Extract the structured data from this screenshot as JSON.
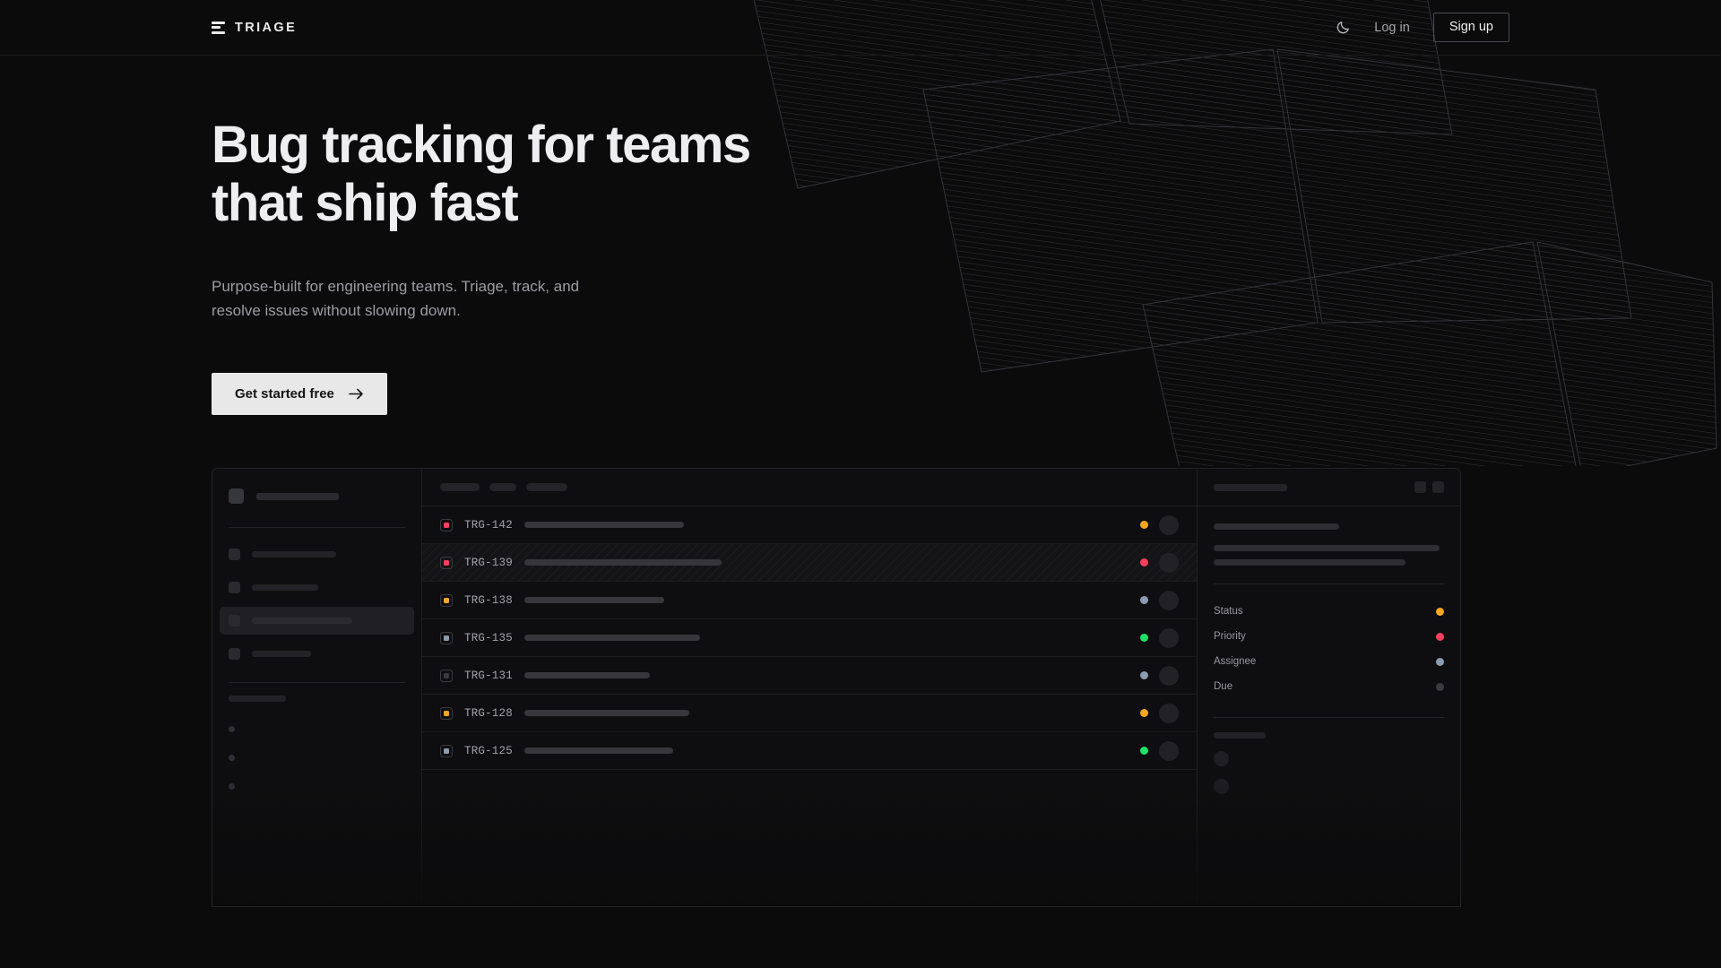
{
  "brand": {
    "name": "TRIAGE",
    "mark_icon": "stacked-bars-icon"
  },
  "nav": {
    "theme_toggle_icon": "moon-icon",
    "login_label": "Log in",
    "signup_label": "Sign up"
  },
  "hero": {
    "heading": "Bug tracking for teams\nthat ship fast",
    "subheading": "Purpose-built for engineering teams. Triage, track, and\nresolve issues without slowing down.",
    "cta_label": "Get started free",
    "cta_icon": "arrow-right-icon"
  },
  "colors": {
    "page_bg": "#0b0b0c",
    "panel_bg": "#0e0e10",
    "border": "#232326",
    "text_primary": "#eeeef0",
    "text_muted": "#9d9da2",
    "cta_bg": "#e8e8e8",
    "status_orange": "#f5a623",
    "status_pink": "#f43f5e",
    "status_green": "#22e06a",
    "status_slate": "#8d9bb0",
    "status_none": "#3a3a40"
  },
  "mockup": {
    "sidebar": {
      "logo_placeholder": true,
      "brand_bar_width": 92,
      "nav_items": [
        {
          "label_width": 94,
          "active": false
        },
        {
          "label_width": 74,
          "active": false
        },
        {
          "label_width": 112,
          "active": true
        },
        {
          "label_width": 66,
          "active": false
        }
      ],
      "section_label_width": 64,
      "sub_items": 3
    },
    "list": {
      "toolbar_pills": [
        44,
        30,
        46
      ],
      "rows": [
        {
          "id": "TRG-142",
          "priority_color": "#f43f5e",
          "status_color": "#f5a623",
          "title_width": 178,
          "highlighted": false
        },
        {
          "id": "TRG-139",
          "priority_color": "#f43f5e",
          "status_color": "#f43f5e",
          "title_width": 220,
          "highlighted": true
        },
        {
          "id": "TRG-138",
          "priority_color": "#f5a623",
          "status_color": "#8d9bb0",
          "title_width": 156,
          "highlighted": false
        },
        {
          "id": "TRG-135",
          "priority_color": "#8d9bb0",
          "status_color": "#22e06a",
          "title_width": 196,
          "highlighted": false
        },
        {
          "id": "TRG-131",
          "priority_color": "#3a3a40",
          "status_color": "#8d9bb0",
          "title_width": 140,
          "highlighted": false
        },
        {
          "id": "TRG-128",
          "priority_color": "#f5a623",
          "status_color": "#f5a623",
          "title_width": 184,
          "highlighted": false
        },
        {
          "id": "TRG-125",
          "priority_color": "#8d9bb0",
          "status_color": "#22e06a",
          "title_width": 166,
          "highlighted": false
        }
      ]
    },
    "detail": {
      "header_bar_width": 82,
      "action_buttons": 2,
      "title_width": 140,
      "body_lines": [
        252,
        214
      ],
      "meta": [
        {
          "label": "Status",
          "value_color": "#f5a623"
        },
        {
          "label": "Priority",
          "value_color": "#f43f5e"
        },
        {
          "label": "Assignee",
          "value_color": "#8d9bb0"
        },
        {
          "label": "Due",
          "value_color": "#3a3a40"
        }
      ],
      "footer_label_width": 58,
      "footer_avatars": 2
    }
  }
}
